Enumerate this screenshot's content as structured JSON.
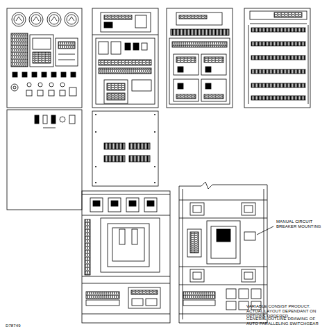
{
  "diagram": {
    "caption": "GENERAL OUTLINE DRAWING OF AUTO PARALLELING SWITCHGEAR",
    "labels": [
      "MANUAL CIRCUIT BREAKER MOUNTING",
      "VARIABLE CONSIST PRODUCT. ACTUAL LAYOUT DEPENDANT ON OPTIONS ORDERED",
      "D78749"
    ]
  }
}
